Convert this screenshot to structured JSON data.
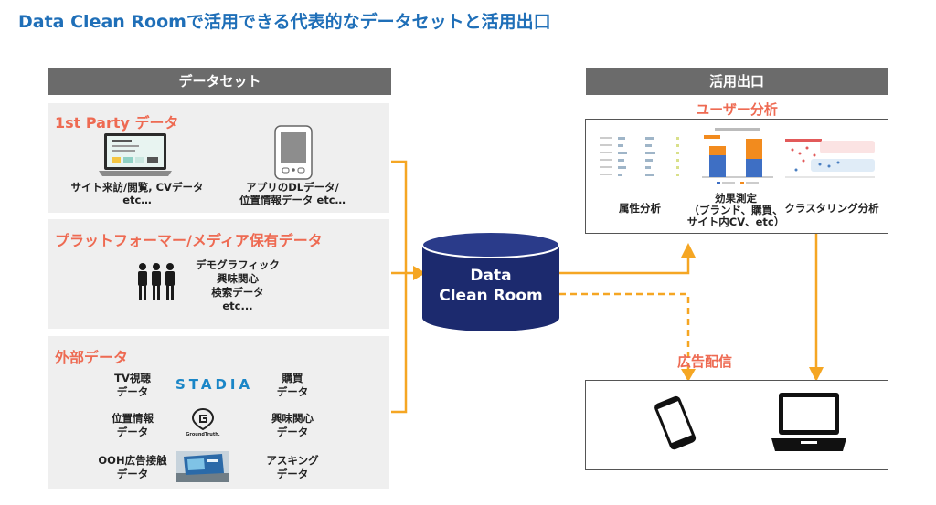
{
  "title": "Data Clean Roomで活用できる代表的なデータセットと活用出口",
  "dataset_header": "データセット",
  "output_header": "活用出口",
  "first_party": {
    "title": "1st Party データ",
    "site_label_1": "サイト来訪/閲覧, CVデータ",
    "site_label_2": "etc…",
    "app_label_1": "アプリのDLデータ/",
    "app_label_2": "位置情報データ etc…"
  },
  "platformer": {
    "title": "プラットフォーマー/メディア保有データ",
    "lines": [
      "デモグラフィック",
      "興味関心",
      "検索データ",
      "etc..."
    ]
  },
  "external": {
    "title": "外部データ",
    "tv_1": "TV視聴",
    "tv_2": "データ",
    "stadia": "STADIA",
    "purchase_1": "購買",
    "purchase_2": "データ",
    "location_1": "位置情報",
    "location_2": "データ",
    "groundtruth": "GroundTruth.",
    "interest_1": "興味関心",
    "interest_2": "データ",
    "ooh_1": "OOH広告接触",
    "ooh_2": "データ",
    "asking_1": "アスキング",
    "asking_2": "データ"
  },
  "dcr": {
    "line1": "Data",
    "line2": "Clean Room"
  },
  "user_analysis": {
    "title": "ユーザー分析",
    "attr": "属性分析",
    "effect_1": "効果測定",
    "effect_2": "（ブランド、購買、",
    "effect_3": "サイト内CV、etc）",
    "cluster": "クラスタリング分析"
  },
  "ad_delivery": {
    "title": "広告配信"
  },
  "colors": {
    "title_blue": "#1f6fb8",
    "accent_orange": "#f5a623",
    "section_red": "#ee6a52",
    "db_navy": "#1c2a6e",
    "header_gray": "#6b6b6b"
  }
}
